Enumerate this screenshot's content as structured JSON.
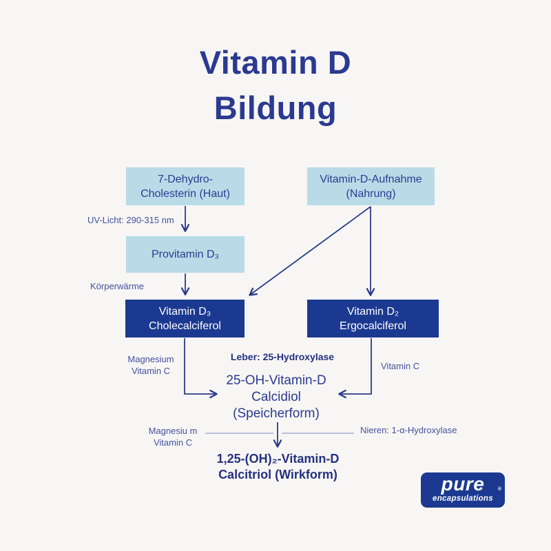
{
  "title": {
    "line1": "Vitamin D",
    "line2": "Bildung"
  },
  "boxes": {
    "dehydro": {
      "line1": "7-Dehydro-",
      "line2": "Cholesterin (Haut)"
    },
    "provitamin": {
      "line1": "Provitamin D₃"
    },
    "vitamin_d3": {
      "line1": "Vitamin D₃",
      "line2": "Cholecalciferol"
    },
    "aufnahme": {
      "line1": "Vitamin-D-Aufnahme",
      "line2": "(Nahrung)"
    },
    "vitamin_d2": {
      "line1": "Vitamin D₂",
      "line2": "Ergocalciferol"
    }
  },
  "labels": {
    "uv_licht": "UV-Licht: 290-315 nm",
    "koerperwaerme": "Körperwärme",
    "magnesium_upper": {
      "line1": "Magnesium",
      "line2": "Vitamin C"
    },
    "leber": "Leber: 25-Hydroxylase",
    "vitamin_c_right": "Vitamin C",
    "magnesium_lower": {
      "line1": "Magnesiu m",
      "line2": "Vitamin C"
    },
    "nieren": "Nieren: 1-α-Hydroxylase"
  },
  "nodes": {
    "calcidiol": {
      "line1": "25-OH-Vitamin-D",
      "line2": "Calcidiol",
      "line3": "(Speicherform)"
    },
    "calcitriol": {
      "line1": "1,25-(OH)₂-Vitamin-D",
      "line2": "Calcitriol (Wirkform)"
    }
  },
  "logo": {
    "brand": "pure",
    "sub": "encapsulations",
    "registered": "®"
  },
  "colors": {
    "background": "#f7f6f4",
    "box_light": "#b9dbe8",
    "box_dark": "#1b3990",
    "text_blue": "#2b3a90",
    "label_blue": "#44519e",
    "arrow_blue": "#2a3a8a"
  }
}
